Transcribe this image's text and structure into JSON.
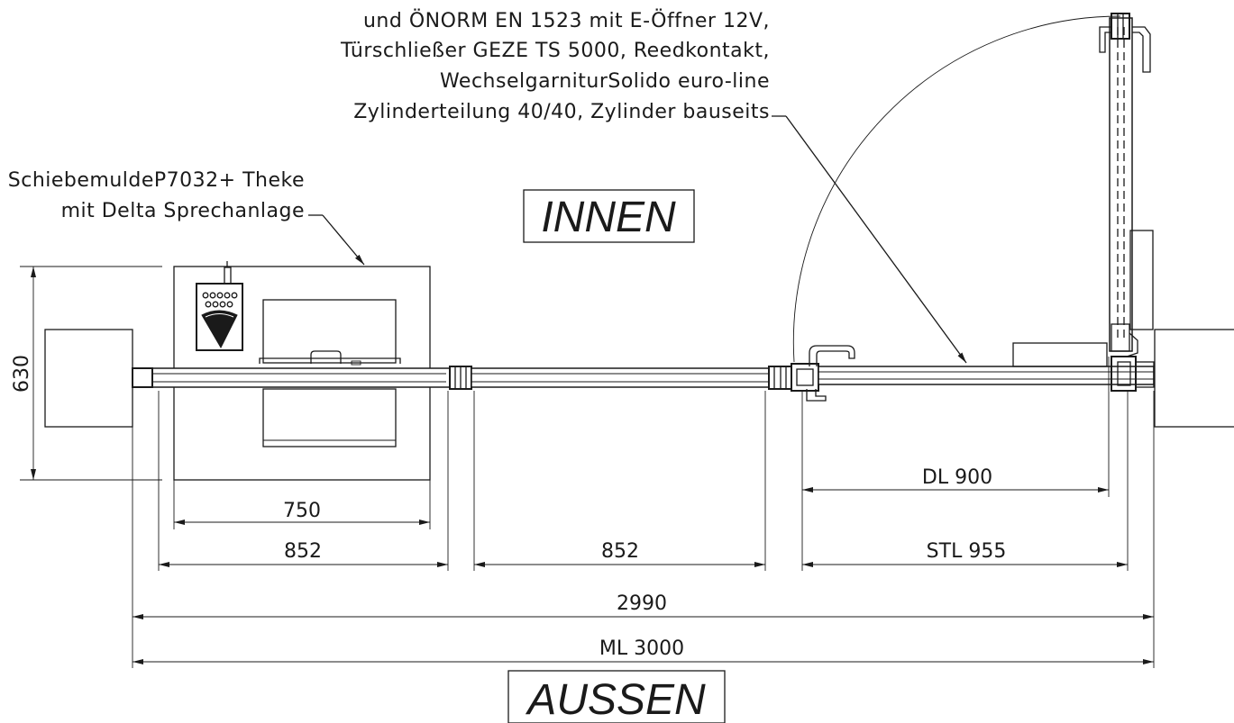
{
  "notes": {
    "door_spec": [
      "und ÖNORM EN 1523 mit E-Öffner 12V,",
      "Türschließer GEZE TS 5000, Reedkontakt,",
      "WechselgarniturSolido euro-line",
      "Zylinderteilung 40/40, Zylinder bauseits"
    ],
    "counter_spec": [
      "SchiebemuldeP7032+ Theke",
      "mit Delta Sprechanlage"
    ]
  },
  "zones": {
    "inside": "INNEN",
    "outside": "AUSSEN"
  },
  "dimensions": {
    "depth": "630",
    "counter_width": "750",
    "segment_left": "852",
    "segment_middle": "852",
    "door_clear": "DL 900",
    "door_leaf": "STL 955",
    "overall": "2990",
    "wall_opening": "ML 3000"
  }
}
